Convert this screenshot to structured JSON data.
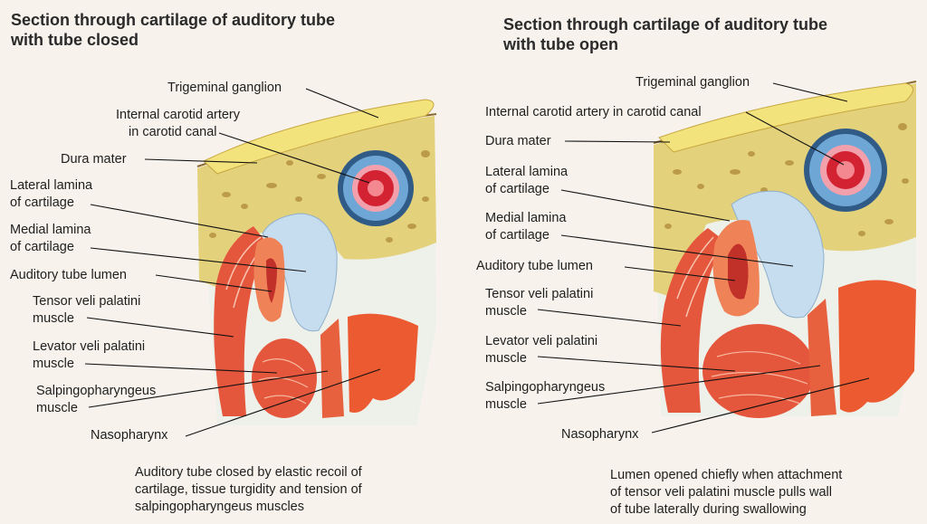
{
  "left": {
    "title": [
      "Section through cartilage of auditory tube",
      "with tube closed"
    ],
    "labels": {
      "trigeminal": "Trigeminal ganglion",
      "carotid": [
        "Internal carotid artery",
        "in carotid canal"
      ],
      "dura": "Dura mater",
      "lateral": [
        "Lateral lamina",
        "of cartilage"
      ],
      "medial": [
        "Medial lamina",
        "of cartilage"
      ],
      "lumen": "Auditory tube lumen",
      "tensor": [
        "Tensor veli palatini",
        "muscle"
      ],
      "levator": [
        "Levator veli palatini",
        "muscle"
      ],
      "salpingo": [
        "Salpingopharyngeus",
        "muscle"
      ],
      "nasopharynx": "Nasopharynx"
    },
    "caption": [
      "Auditory tube closed by elastic recoil of",
      "cartilage, tissue turgidity and tension of",
      "salpingopharyngeus muscles"
    ]
  },
  "right": {
    "title": [
      "Section through cartilage of auditory tube",
      "with tube open"
    ],
    "labels": {
      "trigeminal": "Trigeminal ganglion",
      "carotid": "Internal carotid artery in carotid canal",
      "dura": "Dura mater",
      "lateral": [
        "Lateral lamina",
        "of cartilage"
      ],
      "medial": [
        "Medial lamina",
        "of cartilage"
      ],
      "lumen": "Auditory tube lumen",
      "tensor": [
        "Tensor veli palatini",
        "muscle"
      ],
      "levator": [
        "Levator veli palatini",
        "muscle"
      ],
      "salpingo": [
        "Salpingopharyngeus",
        "muscle"
      ],
      "nasopharynx": "Nasopharynx"
    },
    "caption": [
      "Lumen opened chiefly when attachment",
      "of tensor veli palatini muscle pulls wall",
      "of tube laterally during swallowing"
    ]
  },
  "colors": {
    "bone": "#e4d27a",
    "bone_spots": "#b8913a",
    "ganglion": "#f2e27c",
    "cartilage": "#c8ddef",
    "muscle": "#e8553a",
    "muscle_light": "#f08a6a",
    "artery": "#d82a36",
    "vein_ring": "#2d5d8e",
    "tissue": "#eef2ee"
  }
}
